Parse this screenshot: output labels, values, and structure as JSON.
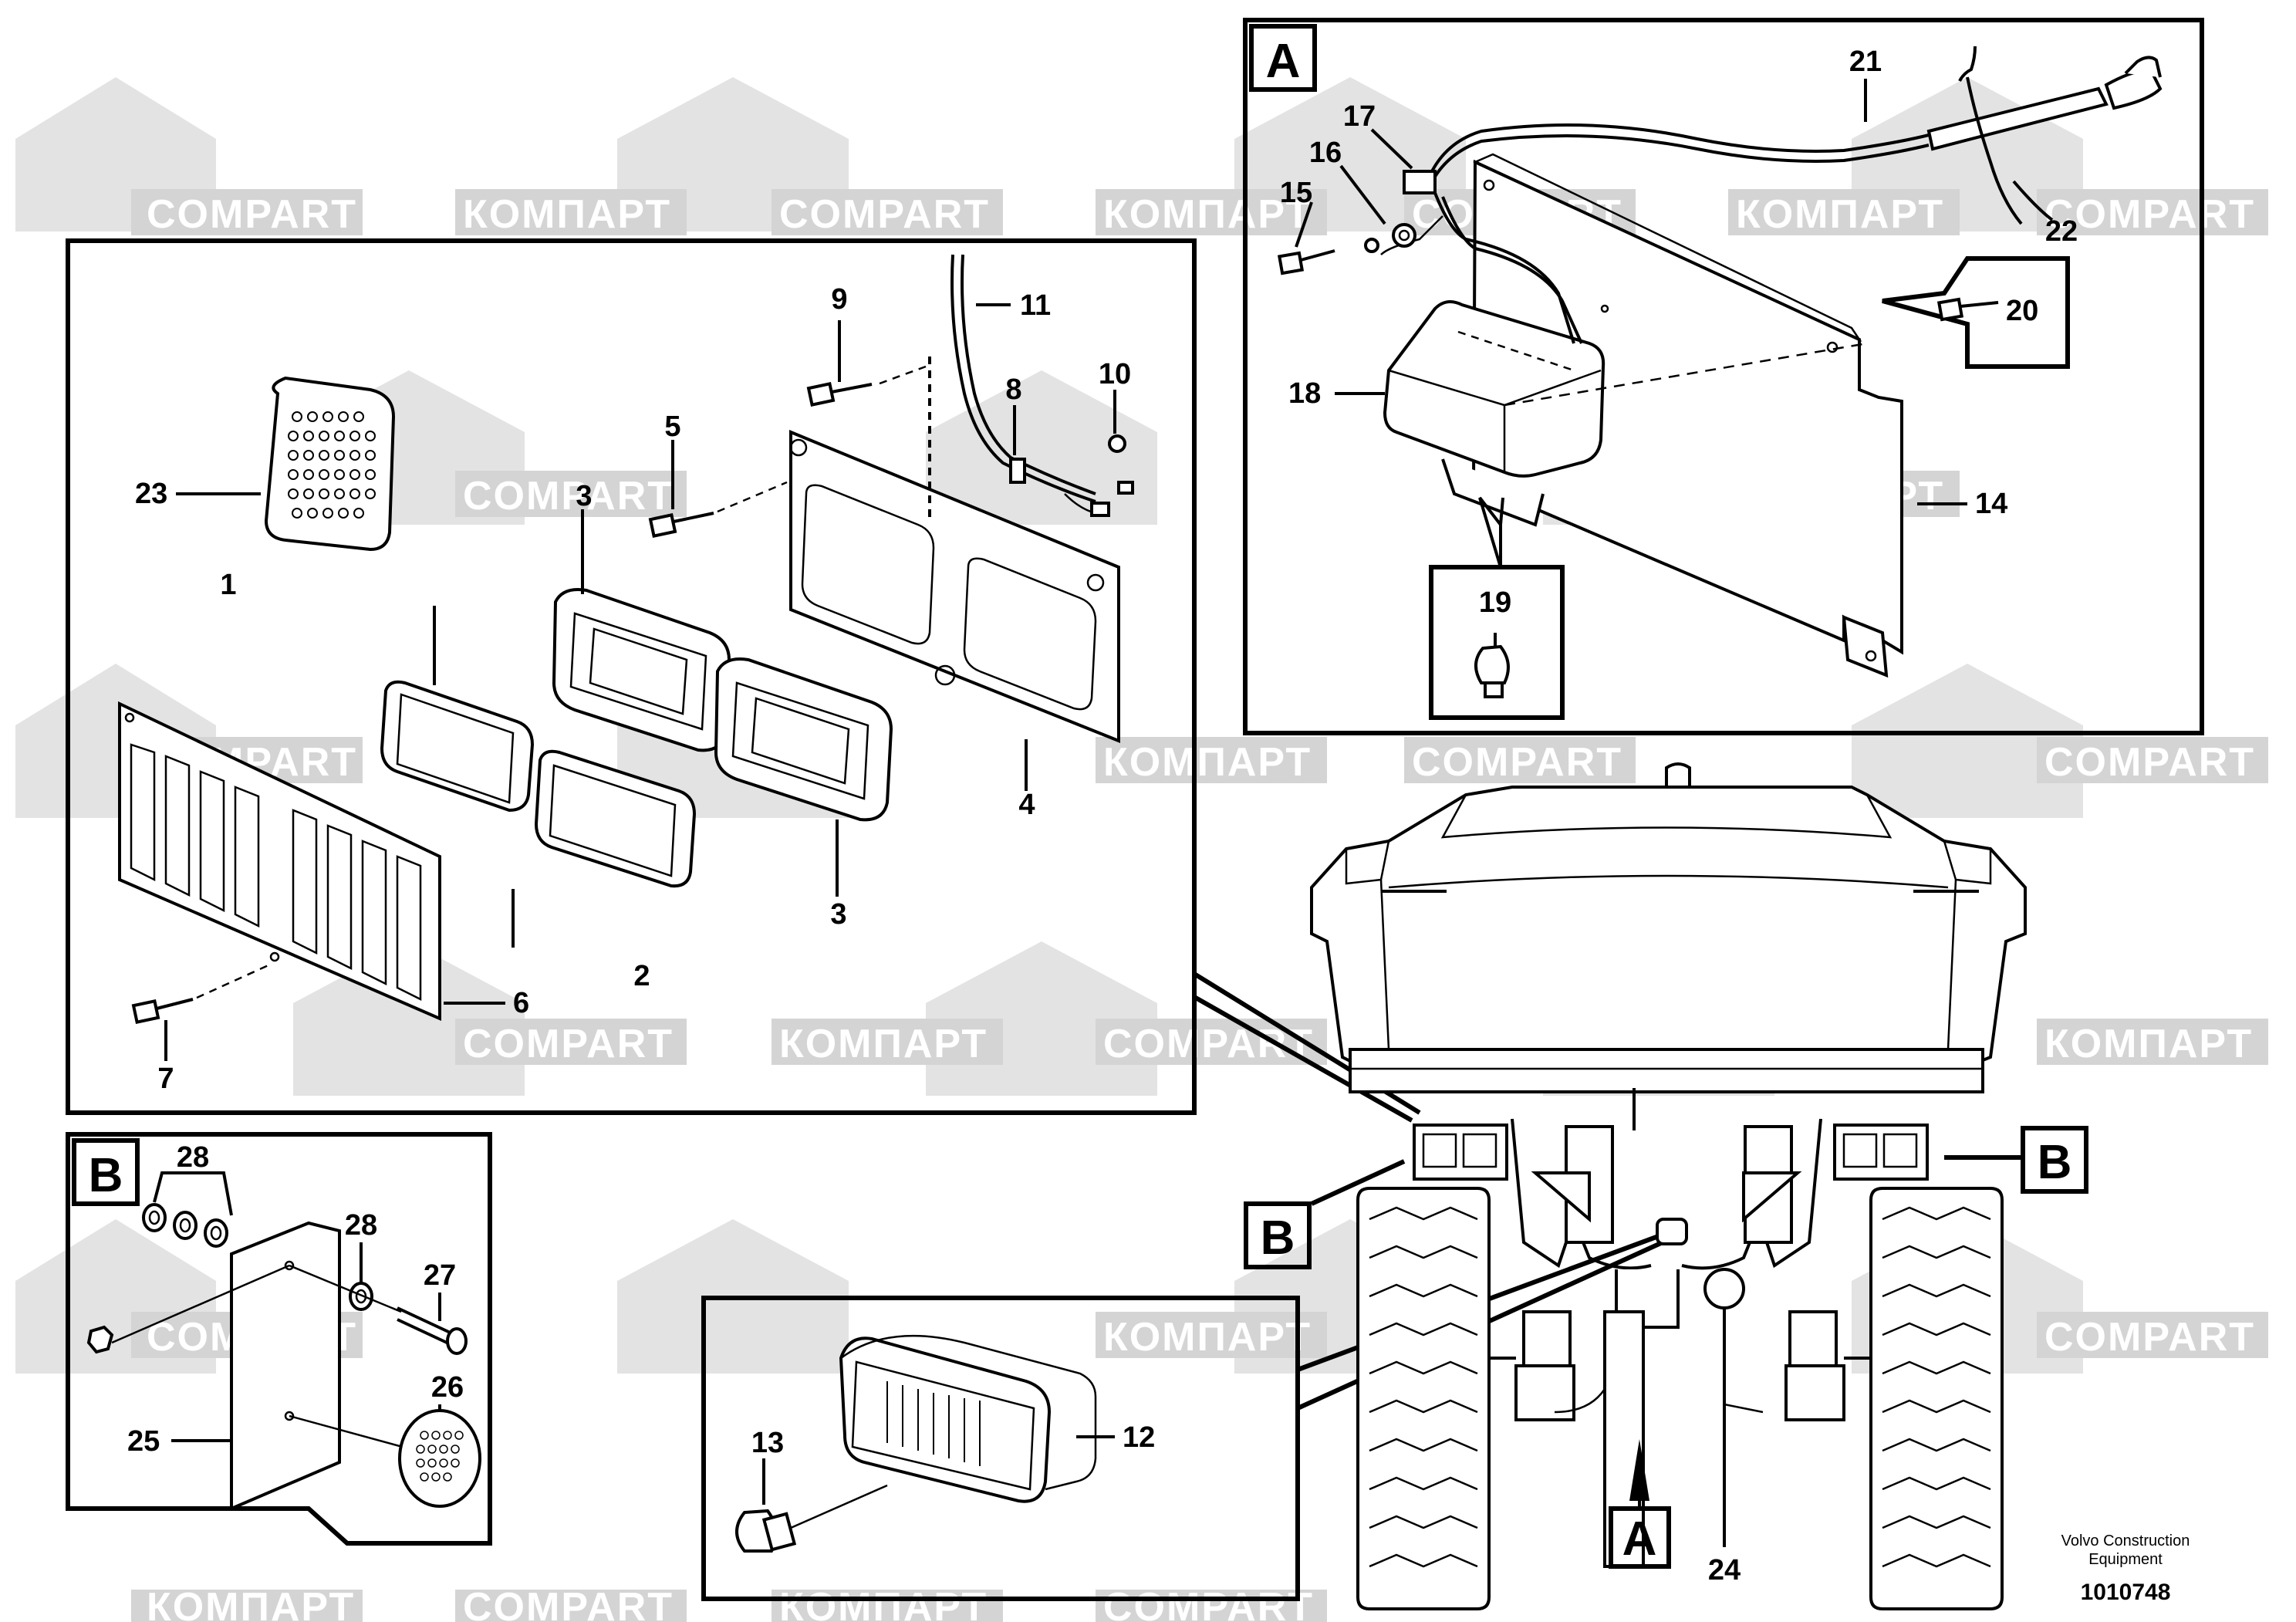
{
  "detail_boxes": {
    "box_a_letter": "A",
    "box_b_letter": "B",
    "box_b_ref_left": "B",
    "box_b_ref_right": "B",
    "box_a_ref": "A"
  },
  "callouts": {
    "c1": "1",
    "c2": "2",
    "c3a": "3",
    "c3b": "3",
    "c4": "4",
    "c5": "5",
    "c6": "6",
    "c7": "7",
    "c8": "8",
    "c9": "9",
    "c10": "10",
    "c11": "11",
    "c12": "12",
    "c13": "13",
    "c14": "14",
    "c15": "15",
    "c16": "16",
    "c17": "17",
    "c18": "18",
    "c19": "19",
    "c20": "20",
    "c21": "21",
    "c22": "22",
    "c23": "23",
    "c24": "24",
    "c25": "25",
    "c26": "26",
    "c27": "27",
    "c28a": "28",
    "c28b": "28"
  },
  "watermark": {
    "latin": "COMPART",
    "cyrillic": "КОМПАРТ",
    "color": "#d9d9d9"
  },
  "footer": {
    "maker_line1": "Volvo Construction",
    "maker_line2": "Equipment",
    "drawing_number": "1010748"
  }
}
